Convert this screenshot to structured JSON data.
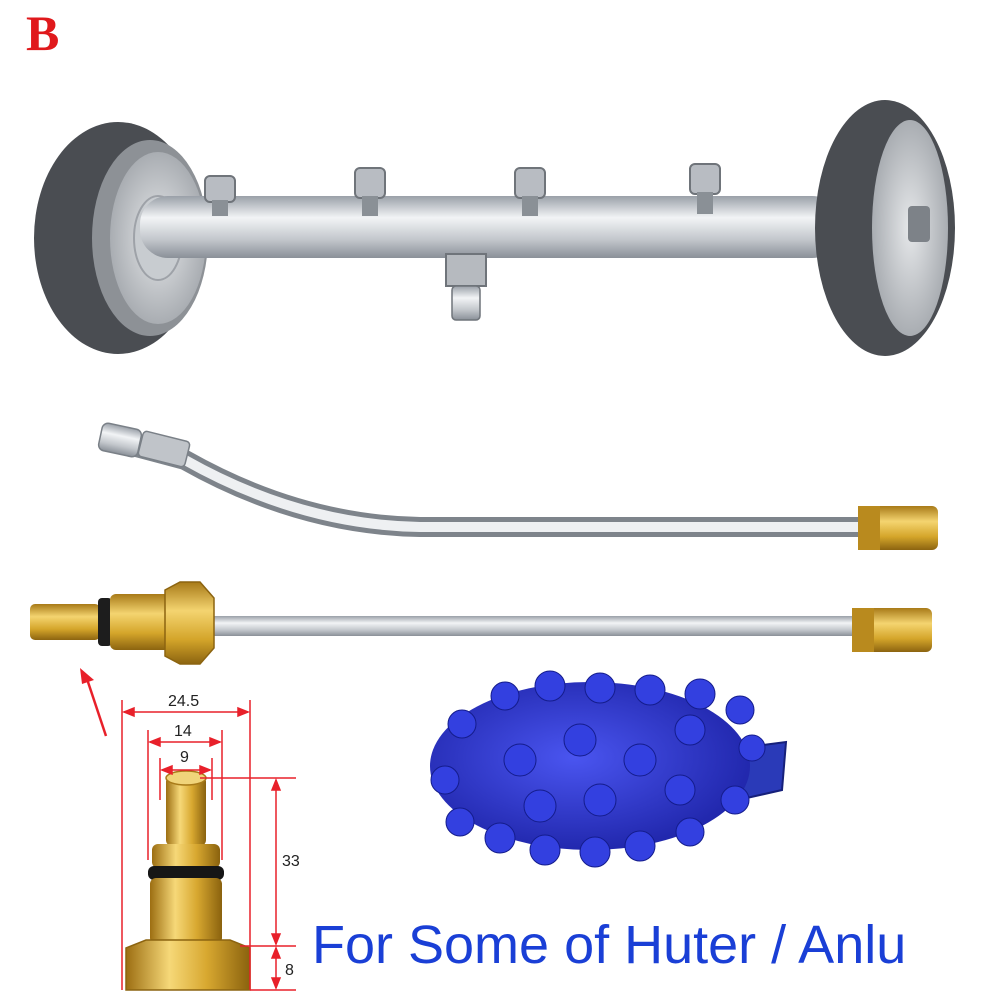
{
  "variant_label": "B",
  "caption": "For Some of Huter / Anlu",
  "dimensions": {
    "width_outer": "24.5",
    "width_mid": "14",
    "width_inner": "9",
    "height_main": "33",
    "height_base": "8"
  },
  "colors": {
    "label_red": "#e0191c",
    "caption_blue": "#1a3fd6",
    "dimension_red": "#e8202a",
    "brass": "#d4a52a",
    "steel": "#c8ccd2",
    "tire": "#4a4d52",
    "mitt_blue": "#2a2fd0"
  },
  "icons": [
    "undercarriage-cleaner-icon",
    "bent-wand-icon",
    "straight-wand-icon",
    "adapter-fitting-icon",
    "wash-mitt-icon"
  ]
}
